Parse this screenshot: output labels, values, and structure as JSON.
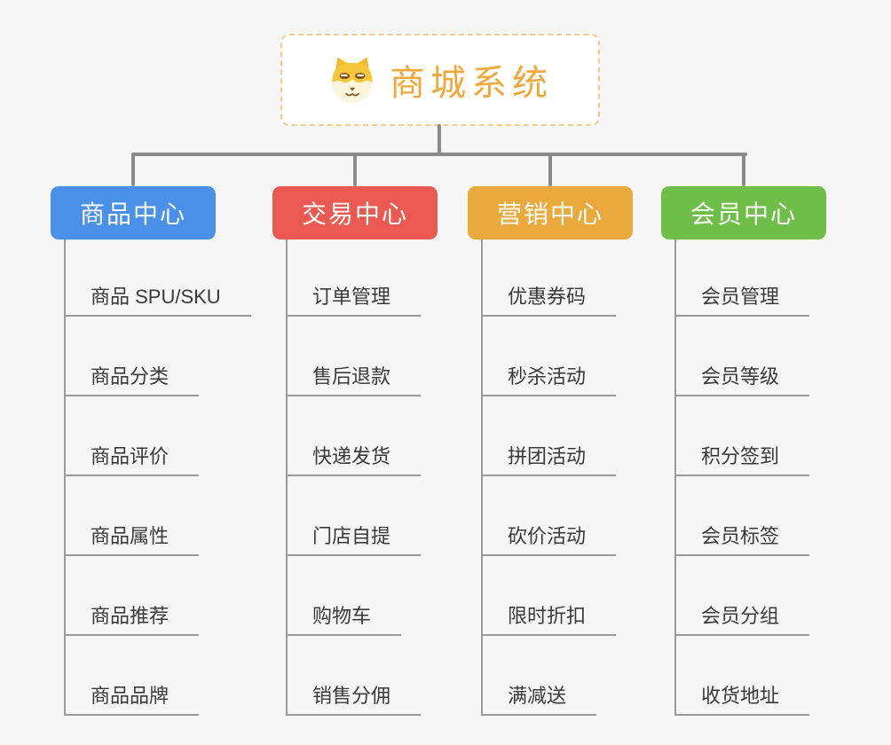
{
  "root": {
    "title": "商城系统",
    "icon": "shiba-dog-icon"
  },
  "branches": [
    {
      "label": "商品中心",
      "color": "#4a90e8",
      "children": [
        "商品 SPU/SKU",
        "商品分类",
        "商品评价",
        "商品属性",
        "商品推荐",
        "商品品牌"
      ]
    },
    {
      "label": "交易中心",
      "color": "#ea5a52",
      "children": [
        "订单管理",
        "售后退款",
        "快递发货",
        "门店自提",
        "购物车",
        "销售分佣"
      ]
    },
    {
      "label": "营销中心",
      "color": "#e9a93c",
      "children": [
        "优惠券码",
        "秒杀活动",
        "拼团活动",
        "砍价活动",
        "限时折扣",
        "满减送"
      ]
    },
    {
      "label": "会员中心",
      "color": "#6fbe4a",
      "children": [
        "会员管理",
        "会员等级",
        "积分签到",
        "会员标签",
        "会员分组",
        "收货地址"
      ]
    }
  ],
  "colors": {
    "background": "#f5f6f5",
    "root_title": "#f0a73c",
    "root_border": "#f4cc8f",
    "connector": "#8a8a8a",
    "child_line": "#9b9b9b",
    "child_text": "#3a3a3a"
  }
}
